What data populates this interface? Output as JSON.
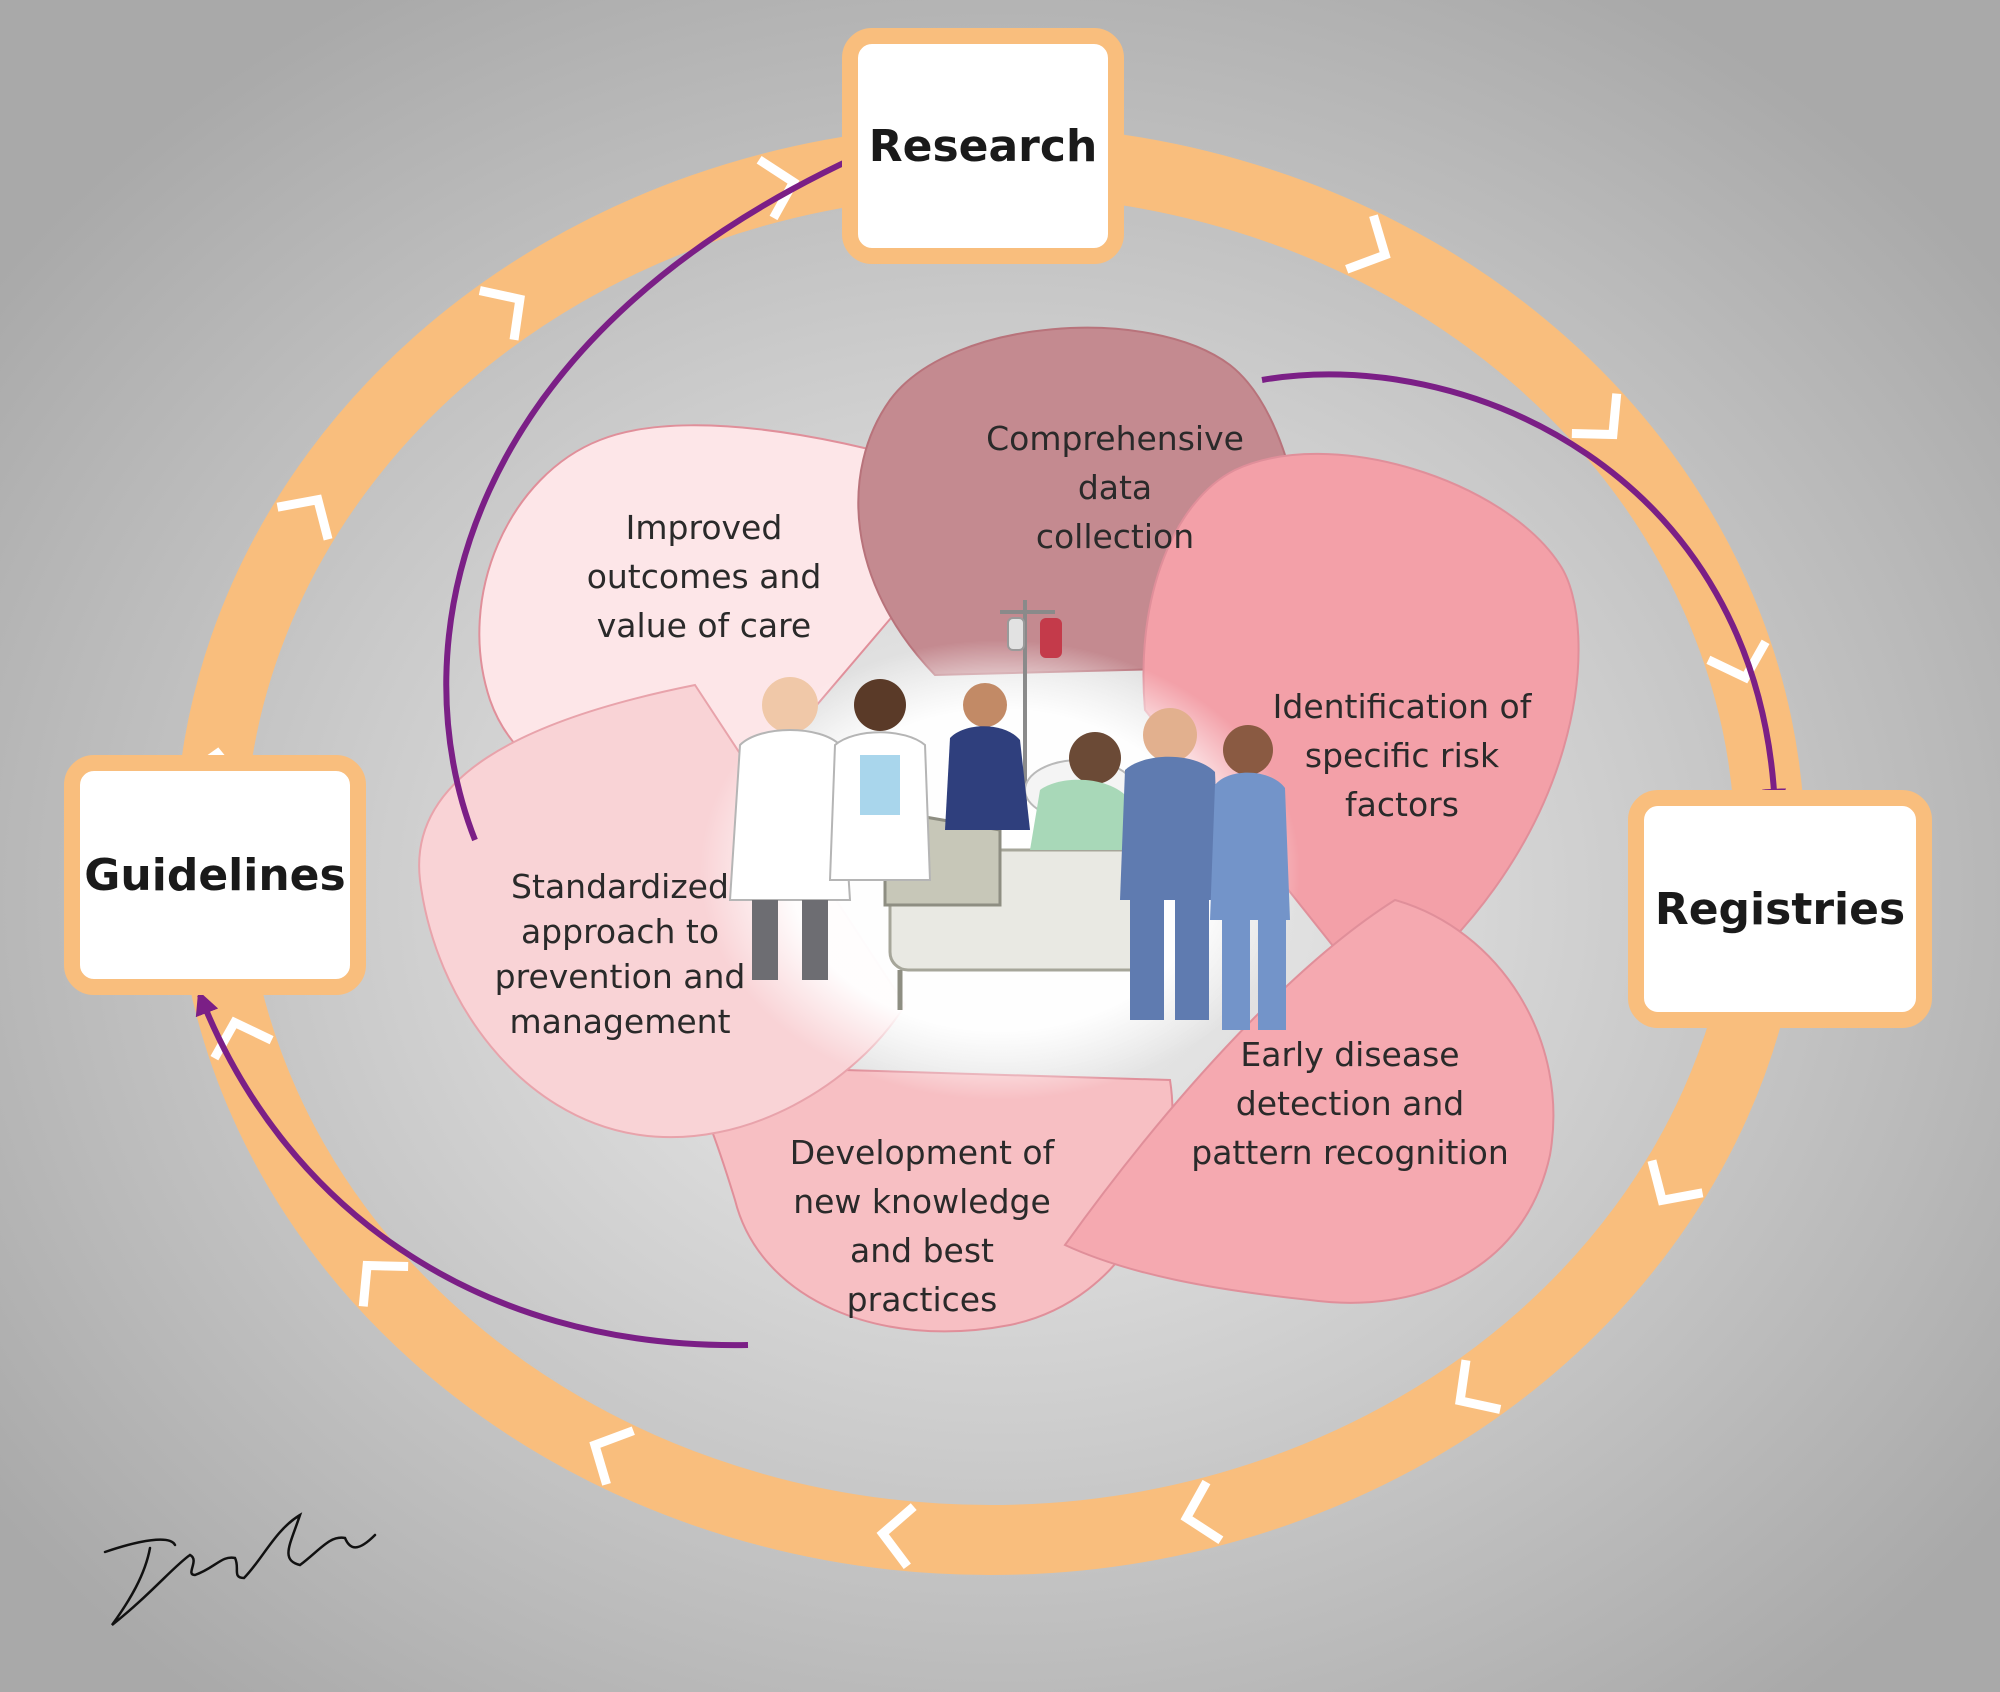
{
  "nodes": {
    "research": "Research",
    "registries": "Registries",
    "guidelines": "Guidelines"
  },
  "petals": {
    "data_collection": [
      "Comprehensive",
      "data",
      "collection"
    ],
    "risk_factors": [
      "Identification of",
      "specific risk",
      "factors"
    ],
    "early_detection": [
      "Early disease",
      "detection and",
      "pattern recognition"
    ],
    "new_knowledge": [
      "Development of",
      "new knowledge",
      "and best",
      "practices"
    ],
    "standardized": [
      "Standardized",
      "approach to",
      "prevention and",
      "management"
    ],
    "outcomes": [
      "Improved",
      "outcomes and",
      "value of care"
    ]
  },
  "colors": {
    "background_outer": "#a9a9a9",
    "background_inner": "#f2f2f2",
    "ring": "#f9be7d",
    "connector_arrow": "#7b1f86",
    "petal_data_collection": "#c48a90",
    "petal_risk_factors": "#f3a0a8",
    "petal_early_detection": "#f5a9b0",
    "petal_new_knowledge": "#f7bfc3",
    "petal_standardized": "#f9d3d6",
    "petal_outcomes": "#fde6e8"
  },
  "illustration": "clinical-team-at-bedside",
  "signature": "artist-signature"
}
